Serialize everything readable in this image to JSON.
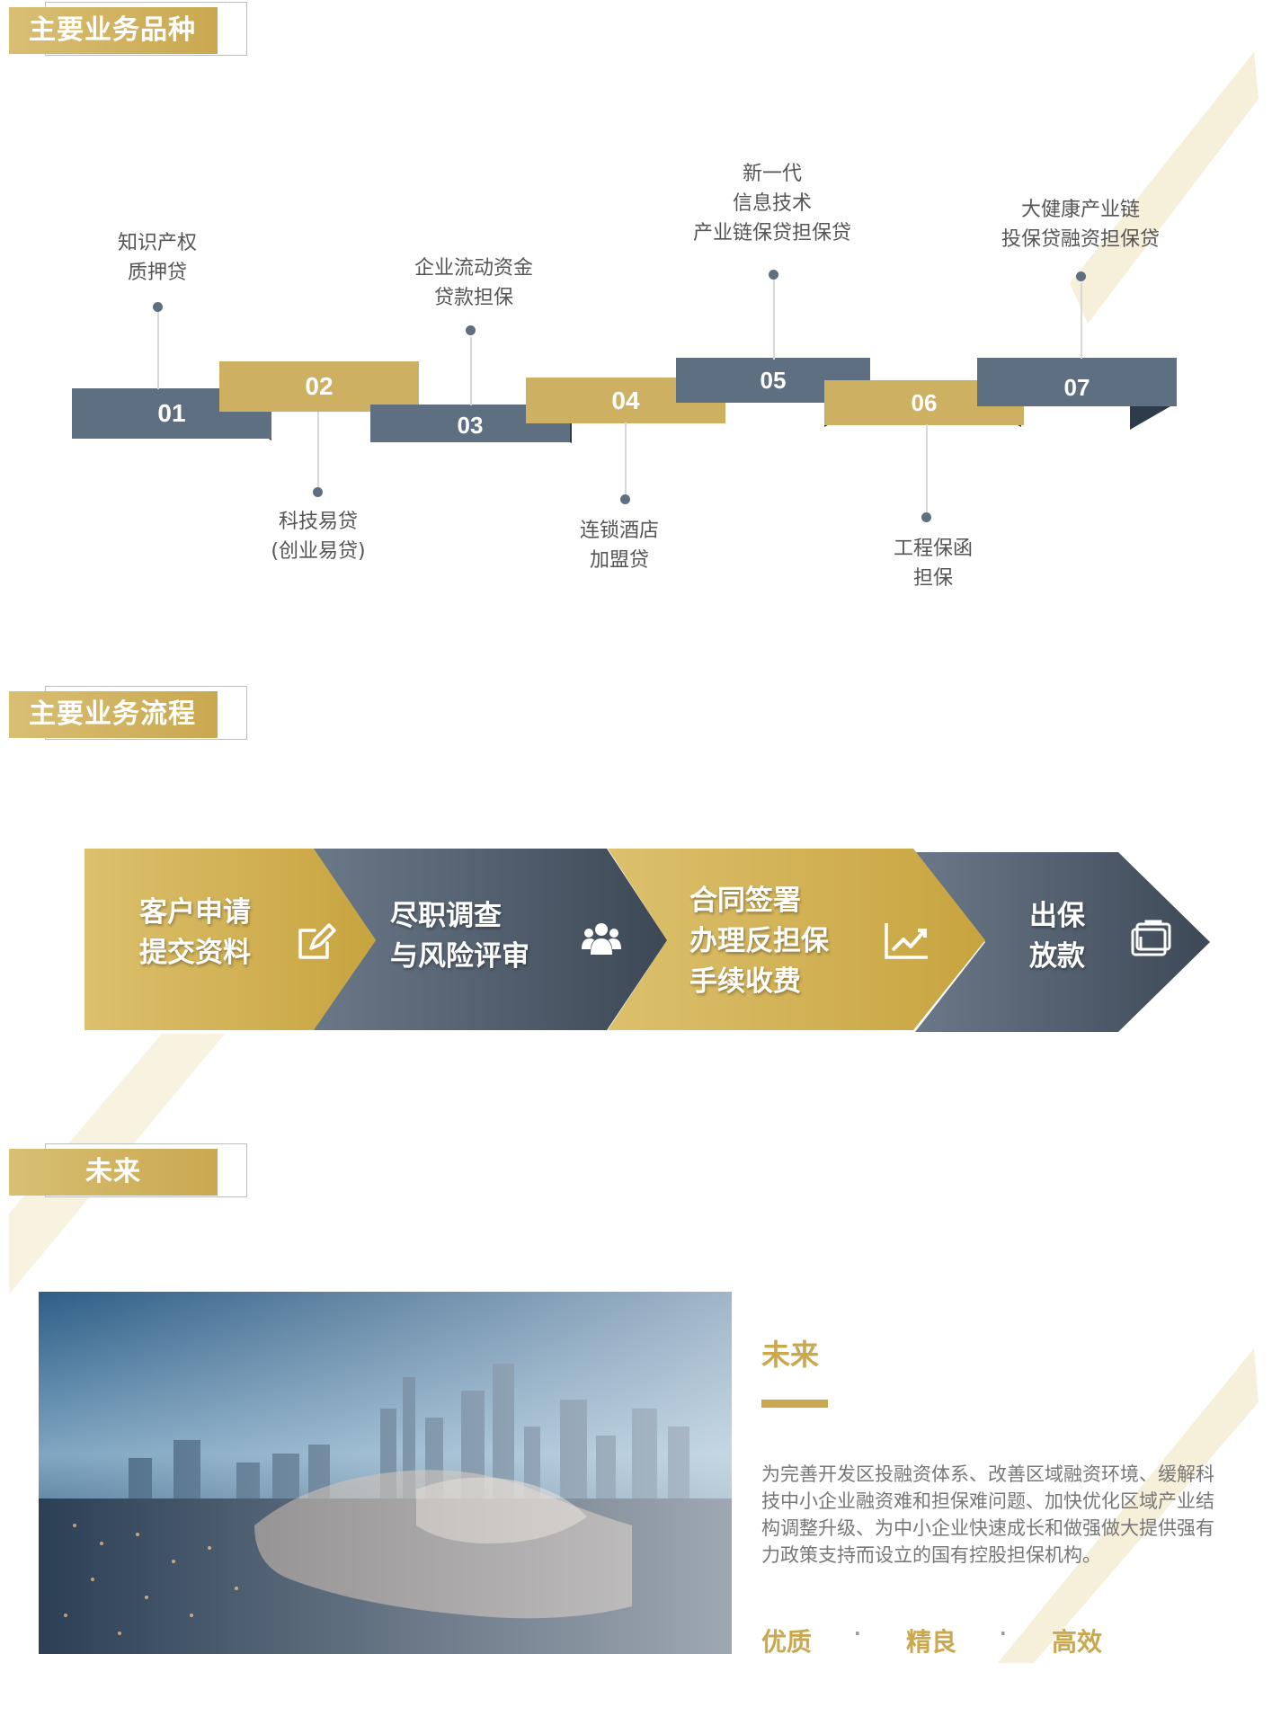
{
  "colors": {
    "gold": "#c9a84f",
    "slate": "#5f6f82",
    "dark_slate": "#3e4a59",
    "text_gray": "#555555"
  },
  "section_products": {
    "title": "主要业务品种"
  },
  "products": [
    {
      "num": "01",
      "label": "知识产权\n质押贷"
    },
    {
      "num": "02",
      "label": "科技易贷\n(创业易贷)"
    },
    {
      "num": "03",
      "label": "企业流动资金\n贷款担保"
    },
    {
      "num": "04",
      "label": "连锁酒店\n加盟贷"
    },
    {
      "num": "05",
      "label": "新一代\n信息技术\n产业链保贷担保贷"
    },
    {
      "num": "06",
      "label": "工程保函\n担保"
    },
    {
      "num": "07",
      "label": "大健康产业链\n投保贷融资担保贷"
    }
  ],
  "section_process": {
    "title": "主要业务流程"
  },
  "process": [
    {
      "label": "客户申请\n提交资料",
      "icon": "edit-icon"
    },
    {
      "label": "尽职调查\n与风险评审",
      "icon": "users-icon"
    },
    {
      "label": "合同签署\n办理反担保\n手续收费",
      "icon": "trend-up-icon"
    },
    {
      "label": "出保\n放款",
      "icon": "briefcase-icon"
    }
  ],
  "section_future": {
    "title": "未来"
  },
  "future": {
    "title": "未来",
    "description": "为完善开发区投融资体系、改善区域融资环境、缓解科技中小企业融资难和担保难问题、加快优化区域产业结构调整升级、为中小企业快速成长和做强做大提供强有力政策支持而设立的国有控股担保机构。",
    "tags": [
      "优质",
      "精良",
      "高效"
    ],
    "separator": "·"
  }
}
